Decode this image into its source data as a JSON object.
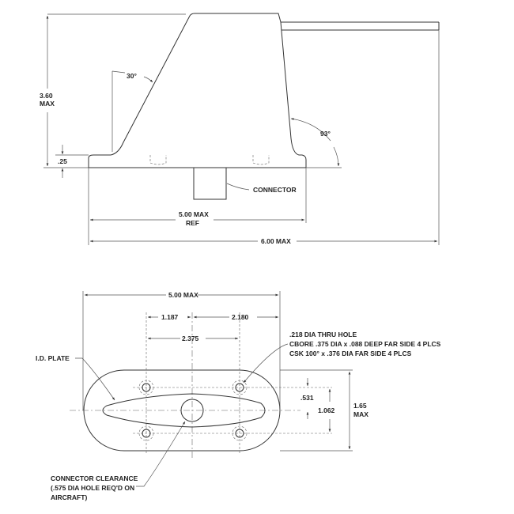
{
  "side_view": {
    "height_value": "3.60",
    "height_suffix": "MAX",
    "base_thickness": ".25",
    "lean_angle": "30°",
    "trailing_angle": "93°",
    "connector_label": "CONNECTOR",
    "base_length_value": "5.00 MAX",
    "base_length_suffix": "REF",
    "overall_length": "6.00 MAX"
  },
  "bottom_view": {
    "length": "5.00 MAX",
    "dim_left": "1.187",
    "dim_right": "2.180",
    "hole_spacing_x": "2.375",
    "hole_note": [
      ".218 DIA THRU HOLE",
      "CBORE .375 DIA x .088 DEEP FAR SIDE 4 PLCS",
      "CSK 100° x .376 DIA FAR SIDE 4 PLCS"
    ],
    "id_plate_label": "I.D. PLATE",
    "half_hole_spacing_y": ".531",
    "hole_spacing_y": "1.062",
    "width_value": "1.65",
    "width_suffix": "MAX",
    "connector_clearance": [
      "CONNECTOR CLEARANCE",
      "(.575 DIA HOLE REQ'D ON",
      "AIRCRAFT)"
    ]
  }
}
